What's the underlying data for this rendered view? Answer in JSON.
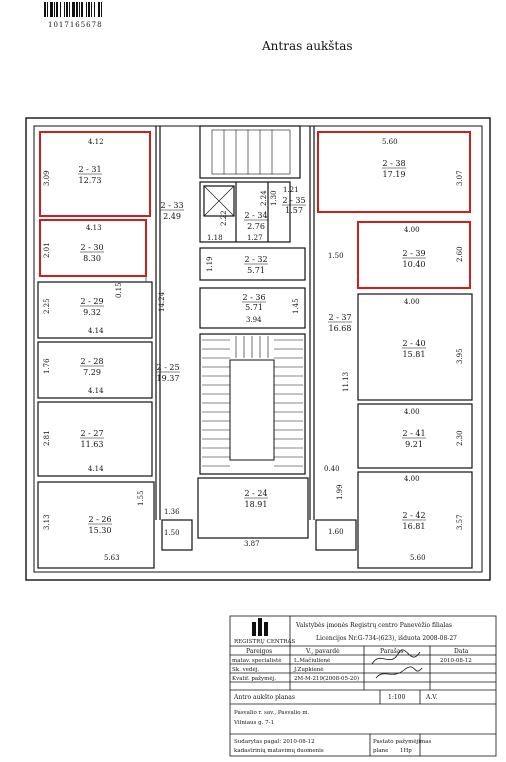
{
  "barcode_number": "1017165678",
  "floor_title": "Antras aukštas",
  "rooms": {
    "r31": {
      "id": "2 - 31",
      "area": "12.73",
      "top": "4.12",
      "side": "3.09"
    },
    "r30": {
      "id": "2 - 30",
      "area": "8.30",
      "top": "4.13",
      "side": "2.01",
      "inner": "0.15"
    },
    "r29": {
      "id": "2 - 29",
      "area": "9.32",
      "side": "2.25",
      "bottom": "4.14"
    },
    "r28": {
      "id": "2 - 28",
      "area": "7.29",
      "side": "1.76",
      "bottom": "4.14"
    },
    "r27": {
      "id": "2 - 27",
      "area": "11.63",
      "side": "2.81",
      "bottom": "4.14"
    },
    "r26": {
      "id": "2 - 26",
      "area": "15.30",
      "side": "3.13",
      "bottom": "5.63",
      "right": "1.55"
    },
    "r25": {
      "id": "2 - 25",
      "area": "19.37",
      "length": "14.24",
      "b1": "1.36",
      "b2": "1.50"
    },
    "r33": {
      "id": "2 - 33",
      "area": "2.49"
    },
    "r34": {
      "id": "2 - 34",
      "area": "2.76",
      "d1": "2.22",
      "d2": "1.18",
      "d3": "1.27",
      "d4": "2.24"
    },
    "r35": {
      "id": "2 - 35",
      "area": "1.57",
      "d1": "1.21",
      "d2": "1.30"
    },
    "r32": {
      "id": "2 - 32",
      "area": "5.71",
      "side": "1.19"
    },
    "r36": {
      "id": "2 - 36",
      "area": "5.71",
      "bottom": "3.94",
      "side": "1.45"
    },
    "r24": {
      "id": "2 - 24",
      "area": "18.91",
      "bottom": "3.87"
    },
    "r37": {
      "id": "2 - 37",
      "area": "16.68",
      "length": "11.13",
      "top": "1.50",
      "d1": "0.40",
      "d2": "1.99",
      "bottom": "1.60"
    },
    "r38": {
      "id": "2 - 38",
      "area": "17.19",
      "top": "5.60",
      "side": "3.07"
    },
    "r39": {
      "id": "2 - 39",
      "area": "10.40",
      "top": "4.00",
      "side": "2.60"
    },
    "r40": {
      "id": "2 - 40",
      "area": "15.81",
      "top": "4.00",
      "side": "3.95"
    },
    "r41": {
      "id": "2 - 41",
      "area": "9.21",
      "top": "4.00",
      "side": "2.30"
    },
    "r42": {
      "id": "2 - 42",
      "area": "16.81",
      "top": "4.00",
      "side": "3.57",
      "bottom": "5.60"
    }
  },
  "title_block": {
    "org_line1": "Valstybės įmonės Registrų centro Panevėžio filialas",
    "org_line2": "Licencijos Nr.G-734-(623), išduota 2008-08-27",
    "logo_text": "REGISTRŲ CENTRAS",
    "headers": {
      "pareigos": "Pareigos",
      "vardas": "V., pavardė",
      "parasas": "Parašas",
      "data": "Data"
    },
    "rows": [
      {
        "pos": "matav. specialistė",
        "name": "L.Mačiulienė",
        "date": "2010-08-12"
      },
      {
        "pos": "Sk. vedėj.",
        "name": "J.Zupkienė",
        "date": ""
      },
      {
        "pos": "Kvalif. pažymėj.",
        "name": "2M-M-219(2008-05-20)",
        "date": ""
      }
    ],
    "plan_name": "Antro aukšto planas",
    "scale": "1:100",
    "sheet": "A.V.",
    "address_line1": "Pasvalio r. sav., Pasvalio m.",
    "address_line2": "Vilniaus g. 7-1",
    "made_line1": "Sudarytas pagal: 2010-08-12",
    "made_line2": "kadastrinių matavimų duomenis",
    "cert_line1": "Pastato pažymėjimas",
    "cert_line2": "plane",
    "cert_value": "1Hp"
  },
  "colors": {
    "highlight": "#cc1f1f",
    "ink": "#111111"
  }
}
